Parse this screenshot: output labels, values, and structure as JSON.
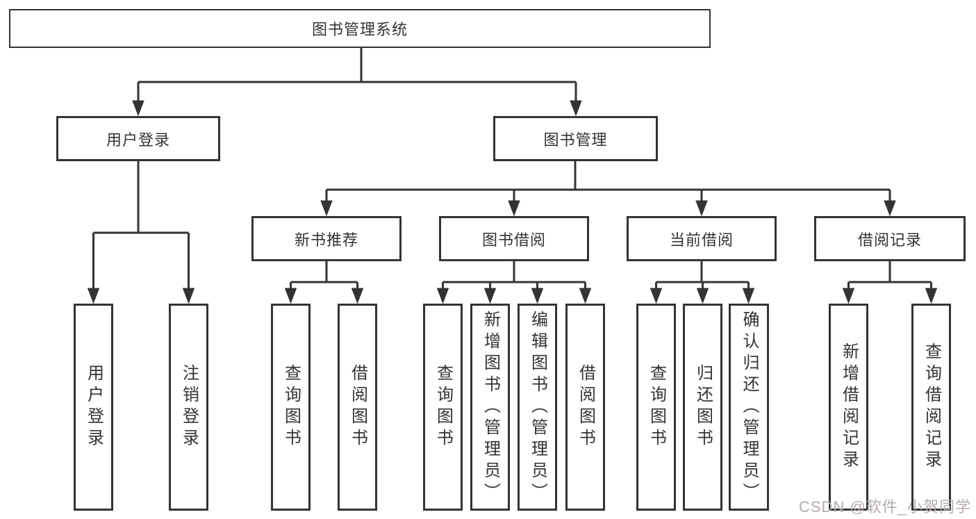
{
  "diagram": {
    "root": {
      "label": "图书管理系统"
    },
    "branches": [
      {
        "label": "用户登录",
        "children": [
          {
            "label": "用户登录"
          },
          {
            "label": "注销登录"
          }
        ]
      },
      {
        "label": "图书管理",
        "children": [
          {
            "label": "新书推荐",
            "children": [
              {
                "label": "查询图书"
              },
              {
                "label": "借阅图书"
              }
            ]
          },
          {
            "label": "图书借阅",
            "children": [
              {
                "label": "查询图书"
              },
              {
                "label": "新增图书（管理员）"
              },
              {
                "label": "编辑图书（管理员）"
              },
              {
                "label": "借阅图书"
              }
            ]
          },
          {
            "label": "当前借阅",
            "children": [
              {
                "label": "查询图书"
              },
              {
                "label": "归还图书"
              },
              {
                "label": "确认归还（管理员）"
              }
            ]
          },
          {
            "label": "借阅记录",
            "children": [
              {
                "label": "新增借阅记录"
              },
              {
                "label": "查询借阅记录"
              }
            ]
          }
        ]
      }
    ]
  },
  "watermark": {
    "text": "CSDN @软件_小贺同学"
  },
  "colors": {
    "line_color": "#333333",
    "box_border": "#333333",
    "text_color": "#333333",
    "background": "#ffffff",
    "watermark_color": "#b3abaa"
  }
}
